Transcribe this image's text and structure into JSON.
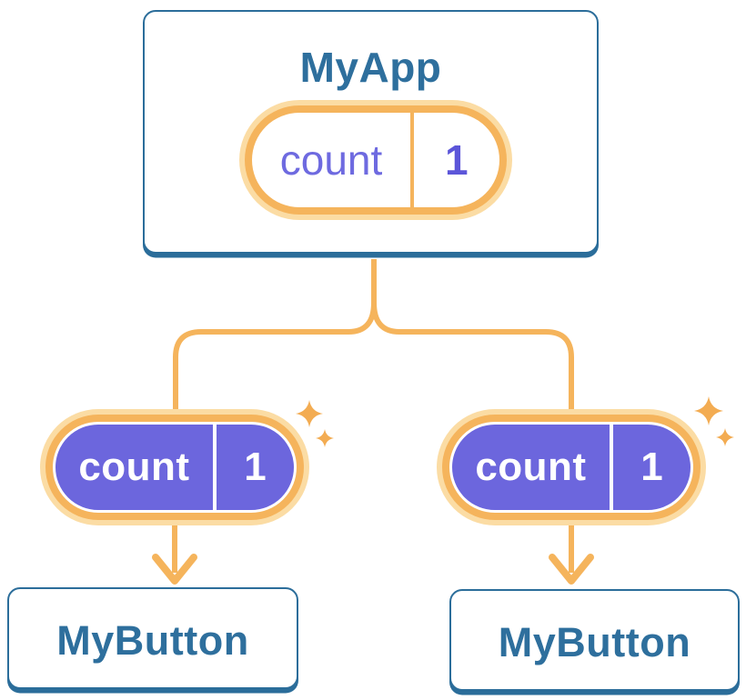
{
  "diagram_type": "react-component-state-tree",
  "colors": {
    "background": "#FFFFFF",
    "card_border_blue": "#2B6D9A",
    "heading_blue": "#2E6F9D",
    "accent_orange": "#F5B45C",
    "halo_orange": "#FBDCA4",
    "sparkle_orange": "#F3AC52",
    "state_fill_purple": "#6C66DD",
    "state_name_purple": "#6E6AE0",
    "state_value_purple": "#5C56D9"
  },
  "icons": {
    "sparkle": "sparkle-icon",
    "arrow": "arrow-down-icon"
  },
  "tree": {
    "root": {
      "title": "MyApp",
      "state": {
        "name": "count",
        "value": "1"
      }
    },
    "children": [
      {
        "title": "MyButton",
        "state": {
          "name": "count",
          "value": "1"
        }
      },
      {
        "title": "MyButton",
        "state": {
          "name": "count",
          "value": "1"
        }
      }
    ]
  }
}
